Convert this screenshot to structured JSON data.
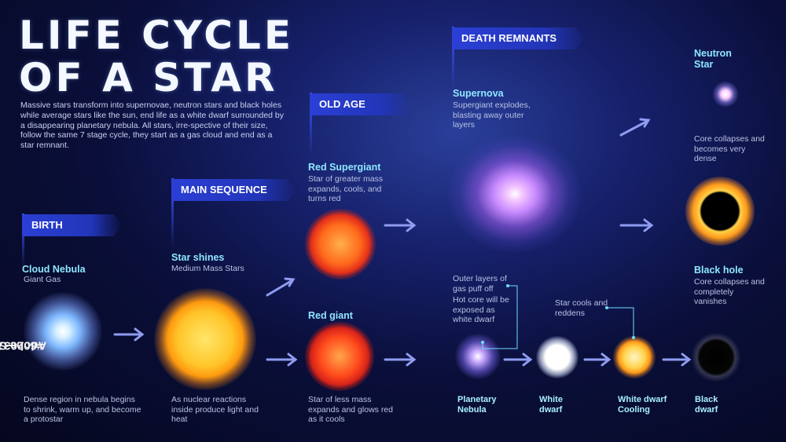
{
  "title_line1": "LIFE CYCLE",
  "title_line2": "OF A STAR",
  "intro": "Massive stars transform into supernovae, neutron stars and black holes while average stars like the sun, end life as a white dwarf surrounded by a disappearing planetary nebula. All stars, irre-spective of their size, follow the same 7 stage cycle, they start as a gas cloud and end as a star remnant.",
  "stages": {
    "birth": "BIRTH",
    "main_sequence": "MAIN SEQUENCE",
    "old_age": "OLD AGE",
    "death_remnants": "DEATH REMNANTS"
  },
  "birth": {
    "heading": "Cloud Nebula",
    "subheading": "Giant Gas",
    "description": "Dense region in nebula begins to shrink, warm up, and become a protostar"
  },
  "main_sequence": {
    "heading": "Star shines",
    "subheading": "Medium Mass Stars",
    "description": "As nuclear reactions inside produce light and heat"
  },
  "red_supergiant": {
    "heading": "Red Supergiant",
    "description": "Star of greater mass expands, cools, and turns red"
  },
  "red_giant": {
    "heading": "Red giant",
    "description": "Star of less mass expands and glows red as it cools"
  },
  "supernova": {
    "heading": "Supernova",
    "description": "Supergiant explodes, blasting away outer layers"
  },
  "neutron_star": {
    "heading": "Neutron Star",
    "description": "Core collapses and becomes very dense"
  },
  "black_hole": {
    "heading": "Black hole",
    "description": "Core collapses and completely vanishes"
  },
  "notes": {
    "outer_layers": "Outer layers of gas puff off",
    "hot_core": "Hot core will be exposed as white dwarf",
    "star_cools": "Star cools and reddens"
  },
  "remnants": {
    "planetary_nebula": "Planetary Nebula",
    "white_dwarf": "White dwarf",
    "white_dwarf_cooling": "White dwarf Cooling",
    "black_dwarf": "Black dwarf"
  },
  "stock_id": "#602037849",
  "stock_brand": "Adobe Stock",
  "colors": {
    "banner": "#2b3fd6",
    "heading": "#8fe6ff",
    "arrow": "#8f9cf0"
  }
}
